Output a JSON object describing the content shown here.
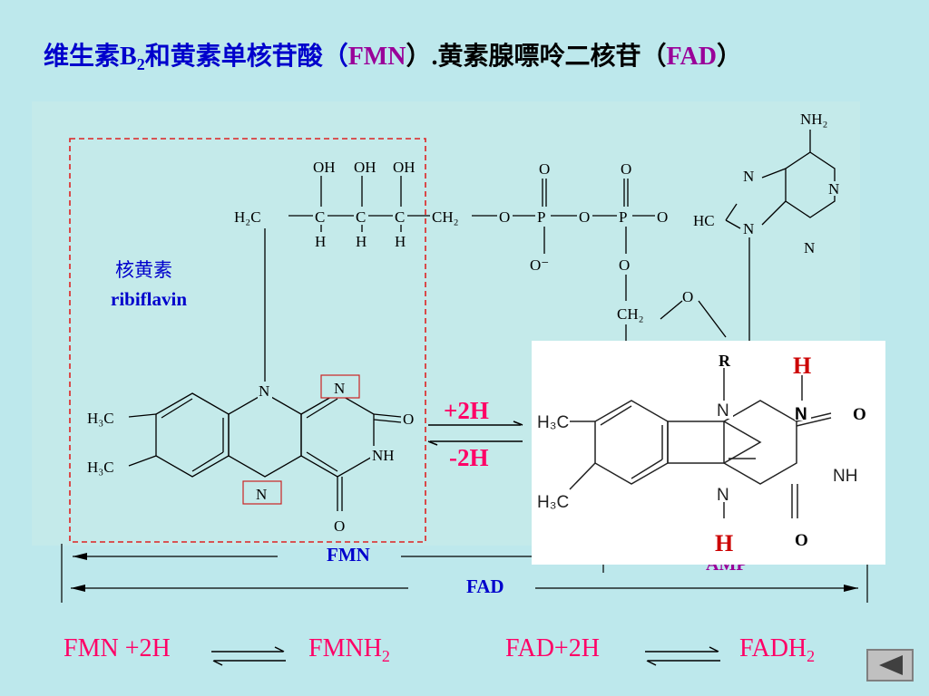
{
  "title": {
    "part1": "维生素B",
    "sub1": "2",
    "part2": "和黄素单核苷酸（",
    "fmn": "FMN",
    "part3": "）.黄素腺嘌呤二核苷（",
    "fad": "FAD",
    "part4": "）"
  },
  "labels": {
    "riboflavin_cn": "核黄素",
    "riboflavin_en": "ribiflavin",
    "plus2h": "+2H",
    "minus2h": "-2H",
    "fmn": "FMN",
    "fad": "FAD",
    "amp": "AMP"
  },
  "structure": {
    "oh1": "OH",
    "oh2": "OH",
    "oh3": "OH",
    "h2c": "H₂C",
    "c1": "C",
    "c2": "C",
    "c3": "C",
    "ch2": "CH₂",
    "h1": "H",
    "h2": "H",
    "h3": "H",
    "o_ester": "O",
    "p1": "P",
    "o_bridge": "O",
    "p2": "P",
    "o_term": "O",
    "o_top1": "O",
    "o_top2": "O",
    "o_minus": "O⁻",
    "o_down": "O",
    "ch2_ribose": "CH₂",
    "o_ribose": "O",
    "nh2": "NH₂",
    "adenine_n1": "N",
    "adenine_n2": "N",
    "adenine_n3": "N",
    "adenine_n4": "N",
    "adenine_hc": "HC",
    "me1": "H₃C",
    "me2": "H₃C",
    "iso_n10": "N",
    "iso_n1": "N",
    "iso_n5": "N",
    "iso_nh": "NH",
    "iso_o2": "O",
    "iso_o4": "O"
  },
  "inset": {
    "r": "R",
    "h_top": "H",
    "h_bottom": "H",
    "n_top": "N",
    "n_right": "N",
    "n_bottom": "N",
    "nh": "NH",
    "o1": "O",
    "o2": "O",
    "me1": "H₃C",
    "me2": "H₃C"
  },
  "equations": {
    "left_a": "FMN +2H",
    "left_b": "FMNH",
    "left_b_sub": "2",
    "right_a": "FAD+2H",
    "right_b": "FADH",
    "right_b_sub": "2"
  },
  "colors": {
    "background": "#bde8ec",
    "panel": "#c4eaea",
    "title_blue": "#0000cc",
    "title_purple": "#990099",
    "pink": "#ff0066",
    "dashed_box": "#dd2222"
  },
  "icons": {
    "back": "triangle-left-icon"
  }
}
